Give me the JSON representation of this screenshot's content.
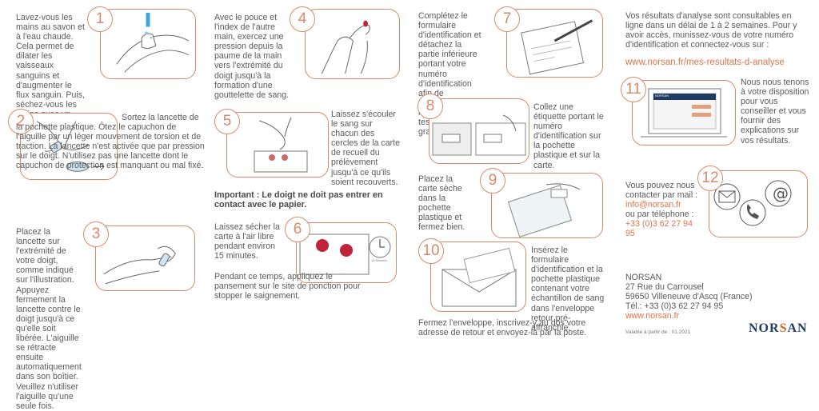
{
  "colors": {
    "accent": "#d9896a",
    "link": "#e07448",
    "logo": "#1f3a63"
  },
  "steps": {
    "s1": {
      "num": "1",
      "text": "Lavez-vous les mains au savon et à l'eau chaude. Cela permet de dilater les vaisseaux sanguins et d'augmenter le flux sanguin. Puis, séchez-vous les mains avec un linge propre."
    },
    "s2": {
      "num": "2",
      "text": "Sortez la lancette de la pochette plastique. Ôtez le capuchon de l'aiguille par un léger mouvement de torsion et de traction. La lancette n'est activée que par pression sur le doigt. N'utilisez pas une lancette dont le capuchon de protection est manquant ou mal fixé."
    },
    "s3": {
      "num": "3",
      "text": "Placez la lancette sur l'extrémité de votre doigt, comme indiqué sur l'illustration. Appuyez fermement la lancette contre le doigt jusqu'à ce qu'elle soit libérée. L'aiguille se rétracte ensuite automatiquement dans son boîtier. Veuillez n'utiliser l'aiguille qu'une seule fois."
    },
    "s4": {
      "num": "4",
      "text": "Avec le pouce et l'index de l'autre main, exercez une pression depuis la paume de la main vers l'extrémité du doigt jusqu'à la formation d'une gouttelette de sang."
    },
    "s5": {
      "num": "5",
      "text": "Laissez s'écouler le sang sur chacun des cercles de la carte de recueil du prélèvement jusqu'à ce qu'ils soient recouverts."
    },
    "important": "Important : Le doigt ne doit pas entrer en contact avec le papier.",
    "s6": {
      "num": "6",
      "text1": "Laissez sécher la carte à l'air libre pendant environ 15 minutes.",
      "text2": "Pendant ce temps, appliquez le pansement sur le site de ponction pour stopper le saignement.",
      "timer": "15 Minutes"
    },
    "s7": {
      "num": "7",
      "text": "Complétez le formulaire d'identification et détachez la partie inférieure portant votre numéro d'identification afin de récupérer le résultat de votre test des acides gras."
    },
    "s8": {
      "num": "8",
      "text": "Collez une étiquette portant le numéro d'identification sur la pochette plastique et sur la carte."
    },
    "s9": {
      "num": "9",
      "text": "Placez la carte sèche dans la pochette plastique et fermez bien."
    },
    "s10": {
      "num": "10",
      "text1": "Insérez le formulaire d'identification et la pochette plastique contenant votre échantillon de sang dans l'enveloppe retour pré-affranchie.",
      "text2": "Fermez l'enveloppe, inscrivez-y au dos votre adresse de retour et envoyez-la par la poste."
    },
    "s11": {
      "num": "11",
      "text": "Nous nous tenons à votre disposition pour vous conseiller et vous fournir des explications sur vos résultats.",
      "screen_logo": "NORSAN"
    },
    "s12": {
      "num": "12",
      "text": "Vous pouvez nous contacter par mail :",
      "email": "info@norsan.fr",
      "phone_label": "ou par téléphone :",
      "phone": "+33 (0)3 62 27 94 95"
    }
  },
  "results": {
    "text": "Vos résultats d'analyse sont consultables en ligne dans un délai de 1 à 2 semaines. Pour y avoir accès, munissez-vous de votre numéro d'identification et connectez-vous sur :",
    "url": "www.norsan.fr/mes-resultats-d-analyse"
  },
  "address": {
    "name": "NORSAN",
    "street": "27 Rue du Carrousel",
    "city": "59650 Villeneuve d'Ascq (France)",
    "tel": "Tél.: +33 (0)3 62 27 94 95",
    "web": "www.norsan.fr",
    "valid": "Valable à partir de : 01.2021"
  },
  "logo": {
    "left": "NOR",
    "mid": "S",
    "right": "AN"
  },
  "icons": [
    "hands-washing-icon",
    "lancette-icon",
    "finger-prick-icon",
    "blood-drop-icon",
    "blood-card-icon",
    "drying-card-icon",
    "form-pen-icon",
    "label-pouch-icon",
    "pouch-icon",
    "envelope-icon",
    "laptop-icon",
    "contact-icon"
  ]
}
